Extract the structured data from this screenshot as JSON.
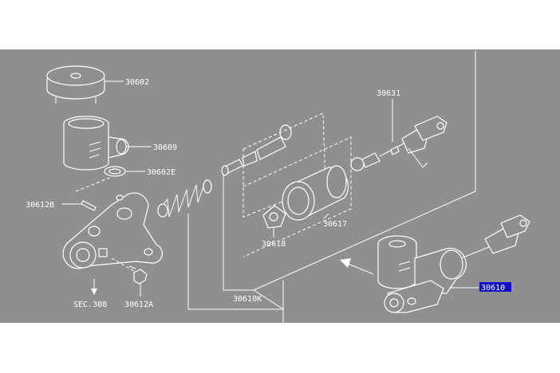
{
  "labels": {
    "reservoir_cap": "30602",
    "reservoir_tank": "30609",
    "seal": "30602E",
    "pin": "30612B",
    "sec_ref": "SEC.308",
    "bleeder": "30612A",
    "push_rod": "30631",
    "boot": "30617",
    "retainer": "30618",
    "repair_kit": "30610K",
    "master_cylinder": "30610"
  },
  "colors": {
    "panel": "#8f8f8f",
    "line": "#ffffff",
    "highlight": "#1010cc"
  }
}
